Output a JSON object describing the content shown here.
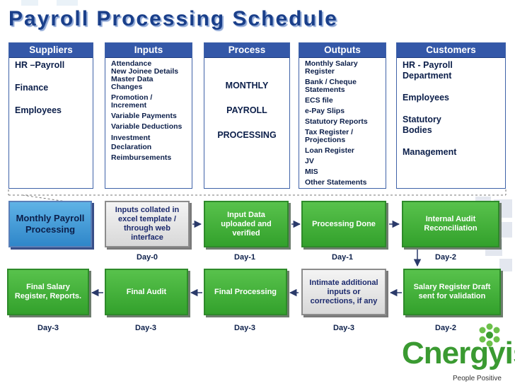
{
  "title": "Payroll Processing Schedule",
  "columns": {
    "suppliers": {
      "header": "Suppliers",
      "items": [
        "HR –Payroll",
        "Finance",
        "Employees"
      ]
    },
    "inputs": {
      "header": "Inputs",
      "items": [
        "Attendance",
        "New Joinee Details",
        "Master Data Changes",
        "Promotion / Increment",
        "Variable Payments",
        "Variable Deductions",
        "Investment Declaration",
        "Reimbursements"
      ]
    },
    "process": {
      "header": "Process",
      "items": [
        "MONTHLY",
        "PAYROLL",
        "PROCESSING"
      ]
    },
    "outputs": {
      "header": "Outputs",
      "items": [
        "Monthly Salary Register",
        "Bank / Cheque Statements",
        "ECS file",
        "e-Pay Slips",
        "Statutory Reports",
        "Tax Register / Projections",
        "Loan Register",
        "JV",
        "MIS",
        "Other Statements"
      ]
    },
    "customers": {
      "header": "Customers",
      "items": [
        "HR - Payroll Department",
        "Employees",
        "Statutory Bodies",
        "Management"
      ]
    }
  },
  "flow": {
    "monthly": "Monthly Payroll Processing",
    "inputs_collated": "Inputs collated in excel template / through web interface",
    "input_uploaded": "Input Data uploaded  and verified",
    "processing_done": "Processing Done",
    "internal_audit": "Internal Audit Reconciliation",
    "salary_draft": "Salary Register Draft sent for validation",
    "intimate": "Intimate additional inputs or corrections, if any",
    "final_processing": "Final Processing",
    "final_audit": "Final Audit",
    "final_salary": "Final Salary Register, Reports."
  },
  "days": {
    "row1": [
      "Day-0",
      "Day-1",
      "Day-1",
      "Day-2"
    ],
    "row2": [
      "Day-3",
      "Day-3",
      "Day-3",
      "Day-3",
      "Day-2"
    ]
  },
  "brand": {
    "name": "Cnergyis",
    "tagline": "People Positive"
  },
  "colors": {
    "title": "#1a3f8a",
    "header": "#3458a8",
    "green": "#3caf34",
    "logo": "#3a9a31"
  }
}
